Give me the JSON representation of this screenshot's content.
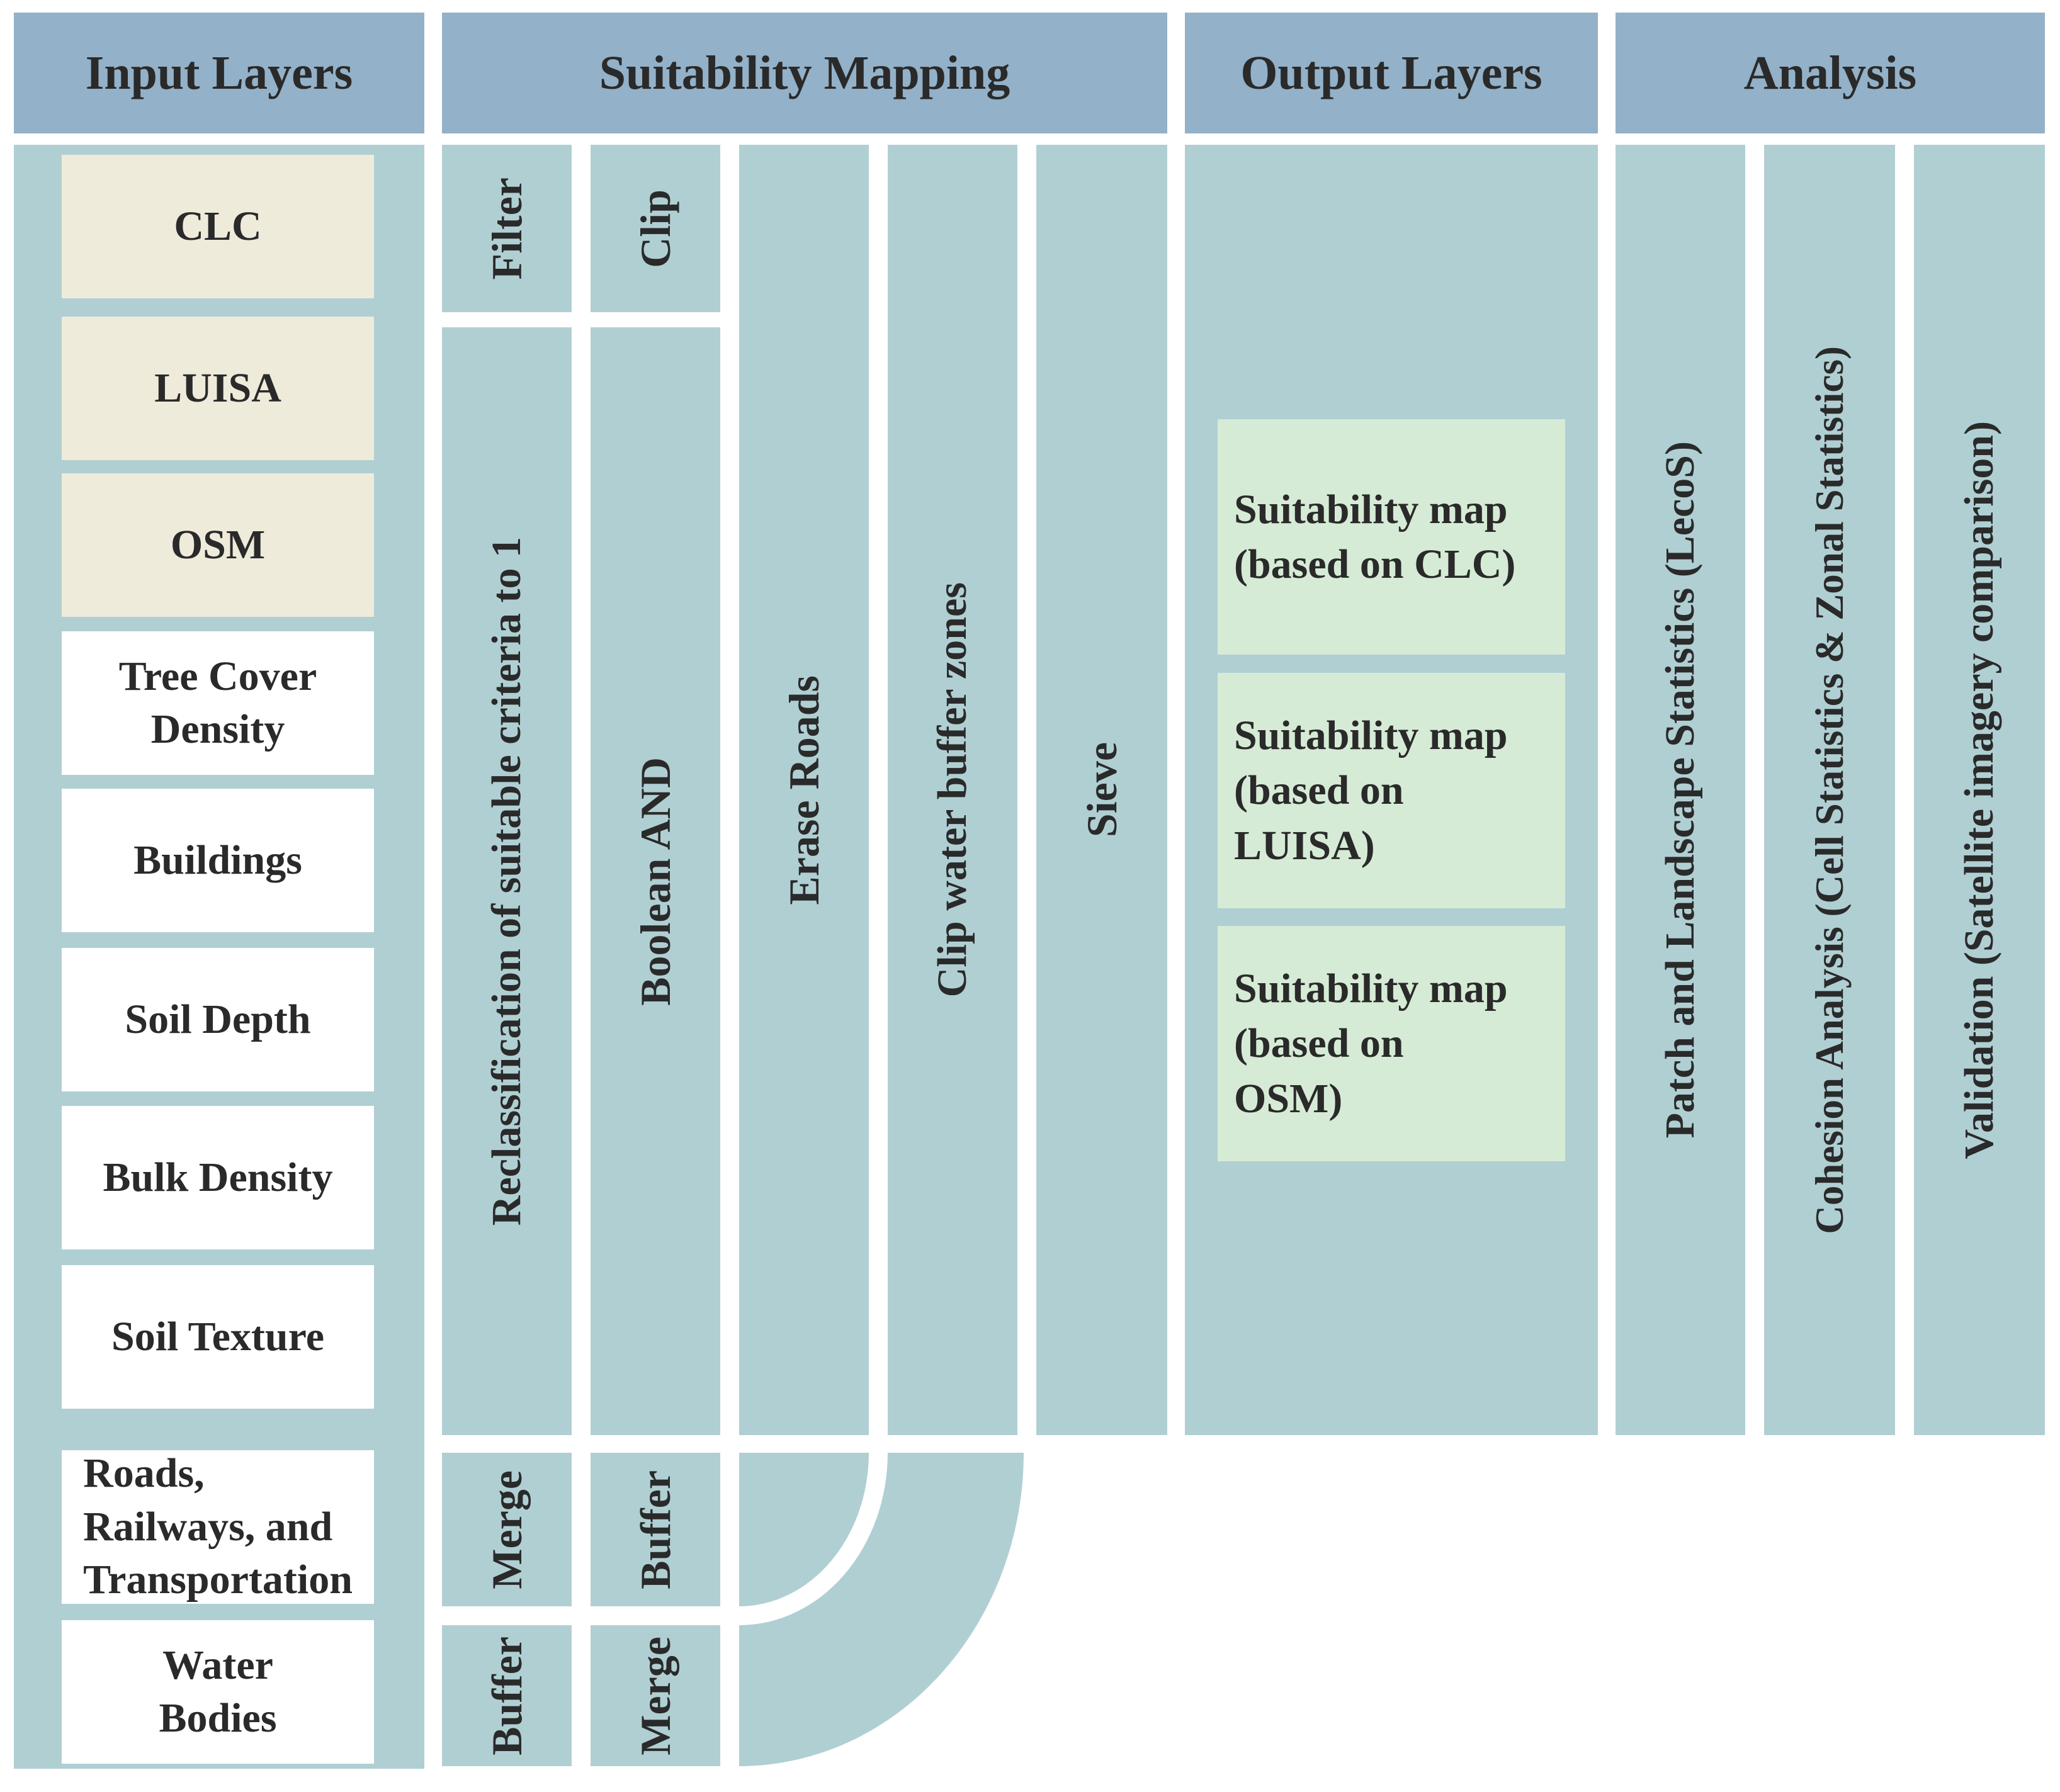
{
  "headers": {
    "input": "Input Layers",
    "suitability": "Suitability Mapping",
    "output": "Output Layers",
    "analysis": "Analysis"
  },
  "input_layers": {
    "clc": "CLC",
    "luisa": "LUISA",
    "osm": "OSM",
    "tree_line1": "Tree Cover",
    "tree_line2": "Density",
    "buildings": "Buildings",
    "soil_depth": "Soil Depth",
    "bulk_density": "Bulk Density",
    "soil_texture": "Soil Texture",
    "roads_line1": "Roads,",
    "roads_line2": "Railways, and",
    "roads_line3": "Transportation",
    "water_line1": "Water",
    "water_line2": "Bodies"
  },
  "suitability_steps": {
    "filter": "Filter",
    "clip": "Clip",
    "reclassification": "Reclassification of suitable criteria to 1",
    "boolean_and": "Boolean AND",
    "erase_roads": "Erase Roads",
    "clip_water": "Clip water buffer zones",
    "sieve": "Sieve",
    "merge_1": "Merge",
    "buffer_1": "Buffer",
    "buffer_2": "Buffer",
    "merge_2": "Merge"
  },
  "output_layers": {
    "clc_line1": "Suitability map",
    "clc_line2": "(based on CLC)",
    "luisa_line1": "Suitability map",
    "luisa_line2": "(based on",
    "luisa_line3": "LUISA)",
    "osm_line1": "Suitability map",
    "osm_line2": "(based on",
    "osm_line3": "OSM)"
  },
  "analysis": {
    "patch": "Patch and Landscape Statistics (LecoS)",
    "cohesion": "Cohesion Analysis (Cell Statistics & Zonal Statistics)",
    "validation": "Validation (Satellite imagery comparison)"
  },
  "colors": {
    "header": "#93b1c8",
    "panel": "#b0cfd3",
    "input_source": "#efebdb",
    "input_layer": "#ffffff",
    "output_map": "#d6ebd6"
  }
}
